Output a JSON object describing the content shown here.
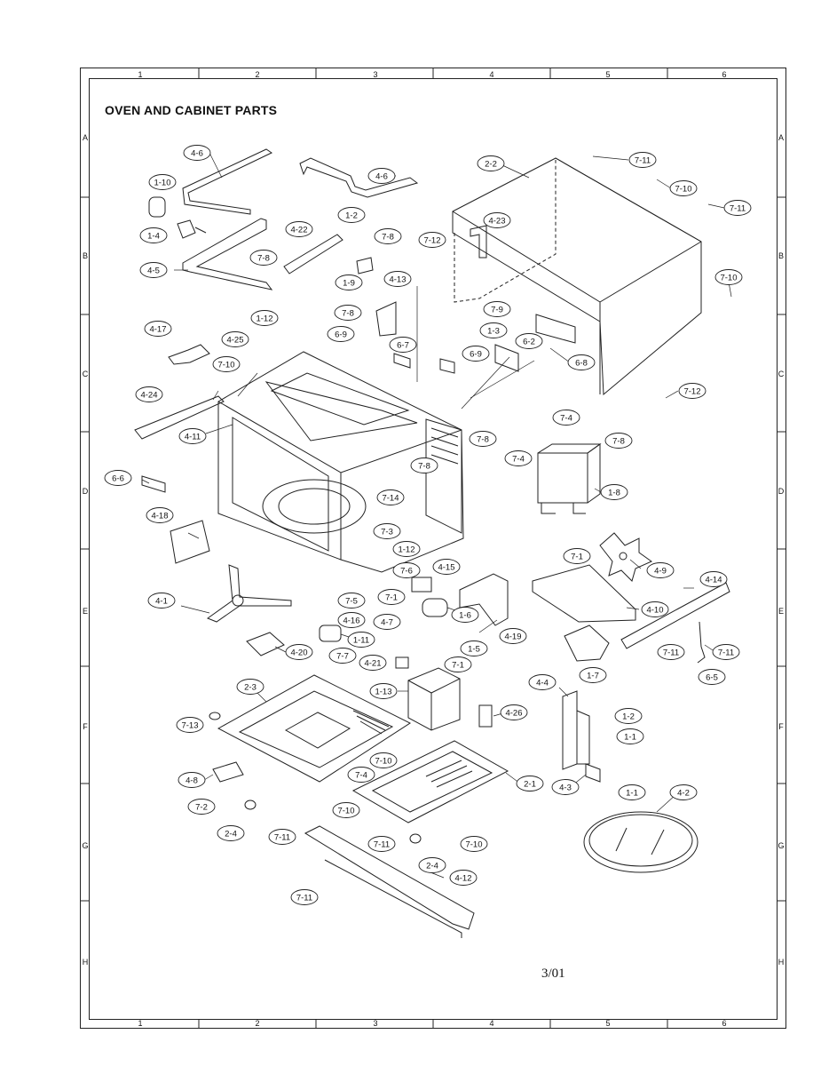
{
  "title": "OVEN AND CABINET PARTS",
  "date_code": "3/01",
  "grid": {
    "columns": [
      "1",
      "2",
      "3",
      "4",
      "5",
      "6"
    ],
    "rows": [
      "A",
      "B",
      "C",
      "D",
      "E",
      "F",
      "G",
      "H"
    ]
  },
  "callouts": [
    "4-6",
    "1-10",
    "1-4",
    "4-5",
    "4-6",
    "2-2",
    "7-11",
    "7-10",
    "7-11",
    "4-23",
    "1-2",
    "7-8",
    "4-22",
    "7-12",
    "7-10",
    "7-8",
    "1-9",
    "4-13",
    "7-8",
    "7-9",
    "1-12",
    "6-9",
    "1-3",
    "6-2",
    "4-17",
    "4-25",
    "6-7",
    "6-9",
    "6-8",
    "7-10",
    "7-12",
    "4-24",
    "4-11",
    "7-4",
    "7-8",
    "7-8",
    "7-4",
    "7-8",
    "6-6",
    "1-8",
    "7-14",
    "4-18",
    "7-3",
    "1-12",
    "7-1",
    "4-9",
    "7-6",
    "4-15",
    "4-14",
    "4-1",
    "7-1",
    "7-5",
    "4-16",
    "1-6",
    "4-10",
    "4-7",
    "4-19",
    "1-11",
    "1-5",
    "7-11",
    "7-11",
    "4-20",
    "7-7",
    "7-1",
    "4-21",
    "1-7",
    "6-5",
    "4-4",
    "2-3",
    "1-13",
    "4-26",
    "1-2",
    "7-13",
    "1-1",
    "7-10",
    "7-4",
    "2-1",
    "4-8",
    "4-3",
    "1-1",
    "4-2",
    "7-2",
    "7-10",
    "2-4",
    "7-11",
    "7-10",
    "7-11",
    "2-4",
    "4-12",
    "7-11"
  ]
}
